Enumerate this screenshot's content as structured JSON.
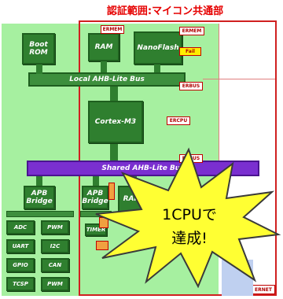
{
  "title": "認証範囲:マイコン共通部",
  "blocks": {
    "boot_rom": "Boot ROM",
    "ram_top": "RAM",
    "nanoflash": "NanoFlash",
    "cortex": "Cortex-M3",
    "apb_bridge_left": "APB Bridge",
    "apb_bridge_mid": "APB Bridge",
    "ram_bottom": "RAM",
    "timer": "TIMER"
  },
  "buses": {
    "local": "Local AHB-Lite Bus",
    "shared": "Shared AHB-Lite Bus"
  },
  "peripherals": [
    "ADC",
    "PWM",
    "UART",
    "I2C",
    "GPIO",
    "CAN",
    "TCSP",
    "PWM"
  ],
  "tags": {
    "t1": "ERMEM",
    "t2": "ERMEM",
    "t3": "Fail",
    "t4": "ERBUS",
    "t5": "ERCPU",
    "t6": "ERBUS",
    "t7": "ERNET"
  },
  "callout": "1CPUで\n達成!",
  "colors": {
    "title": "#e60000",
    "green_region": "#a6f0a0",
    "block": "#2f7f2f",
    "shared_bus": "#7a2fd0",
    "burst": "#ffff33",
    "frame": "#d02020"
  }
}
